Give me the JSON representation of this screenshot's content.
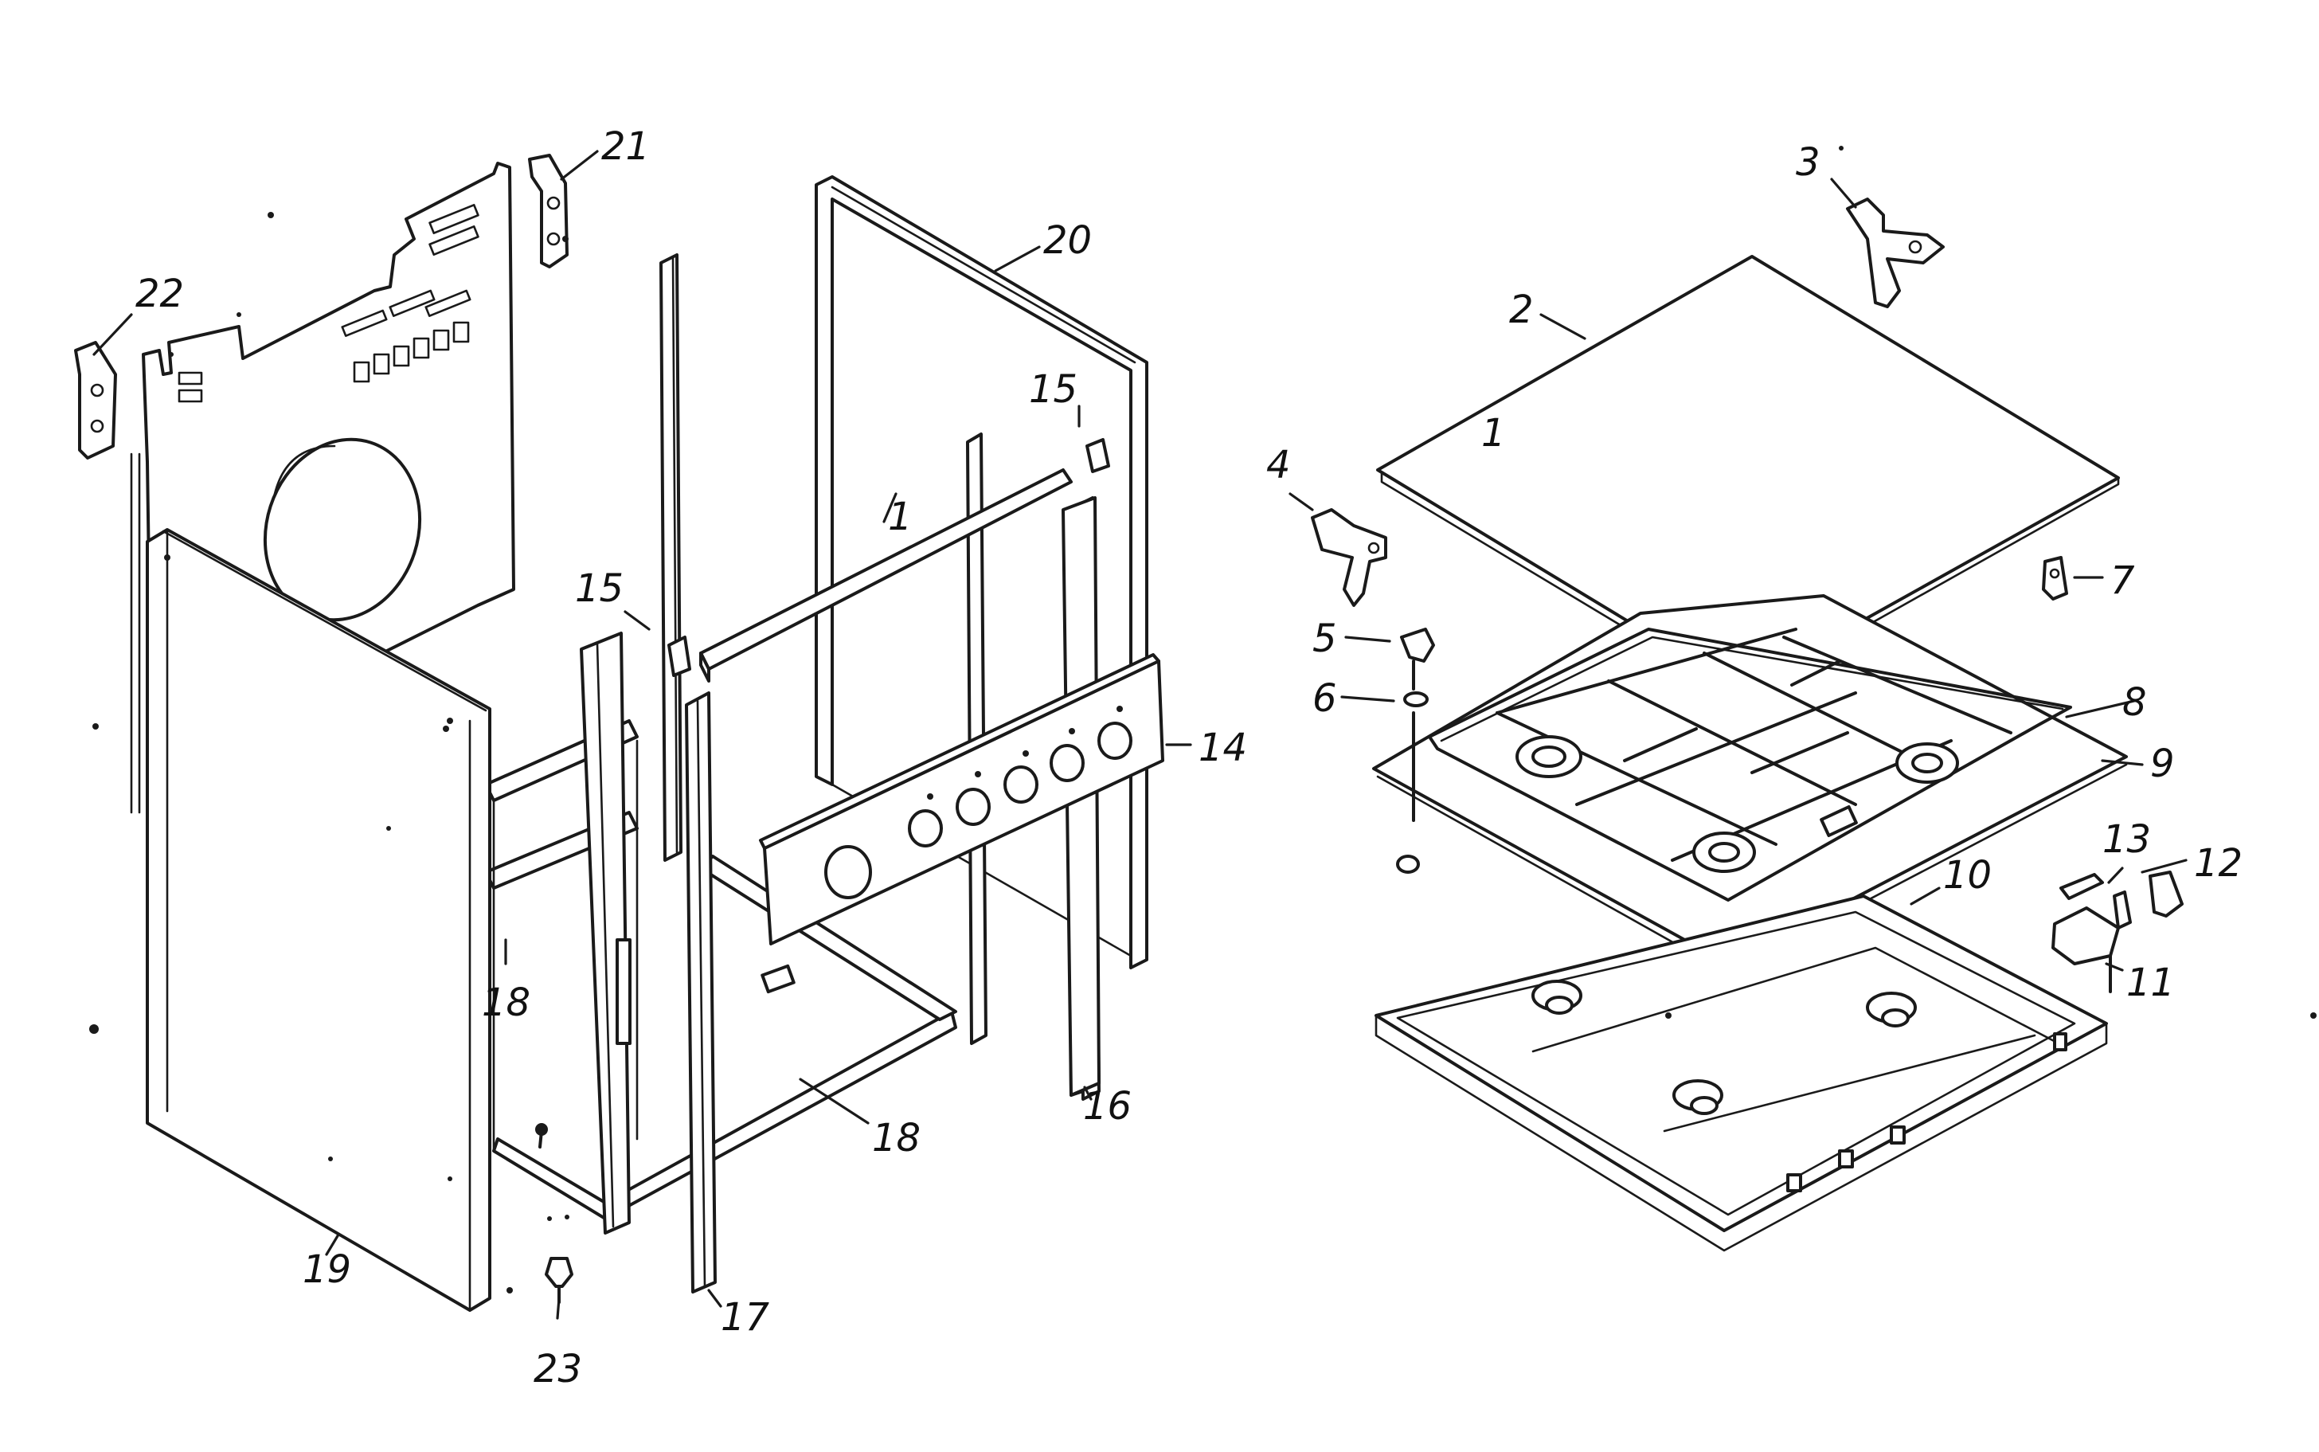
{
  "diagram": {
    "style": "exploded-view line drawing",
    "line_color": "#1a1a1a",
    "background": "#ffffff",
    "callouts": {
      "c1a": "1",
      "c1b": "1",
      "c2": "2",
      "c3": "3",
      "c4": "4",
      "c5": "5",
      "c6": "6",
      "c7": "7",
      "c8": "8",
      "c9": "9",
      "c10": "10",
      "c11": "11",
      "c12": "12",
      "c13": "13",
      "c14": "14",
      "c15a": "15",
      "c15b": "15",
      "c16": "16",
      "c17": "17",
      "c18a": "18",
      "c18b": "18",
      "c19": "19",
      "c20": "20",
      "c21": "21",
      "c22": "22",
      "c23": "23"
    }
  }
}
